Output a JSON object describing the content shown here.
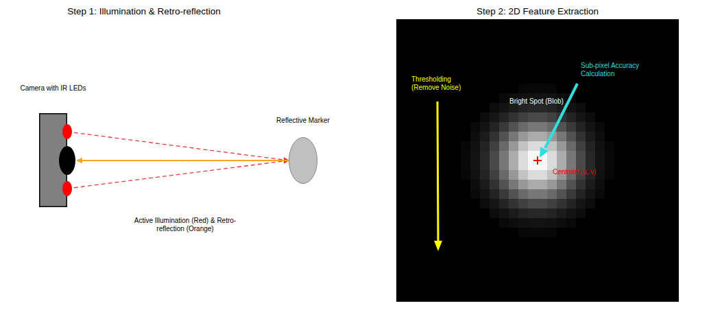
{
  "diagram": {
    "nodes": [
      {
        "text": [
          "Camera with IR LEDs"
        ]
      },
      {
        "text": [
          "Reflective Marker"
        ]
      }
    ],
    "edges": [
      {
        "from": 0,
        "to": 1,
        "arrow": "to"
      },
      {
        "from": 0,
        "to": 1,
        "arrow": "to"
      },
      {
        "from": 1,
        "to": 0,
        "arrow": "to"
      }
    ],
    "labels": [
      "Step 1: Illumination & Retro-reflection",
      "Active Illumination (Red) & Retro-reflection (Orange)",
      "Step 2: 2D Feature Extraction",
      "Thresholding (Remove Noise)",
      "Sub-pixel Accuracy Calculation",
      "Bright Spot (Blob)",
      "Centroid (u, v)"
    ]
  }
}
